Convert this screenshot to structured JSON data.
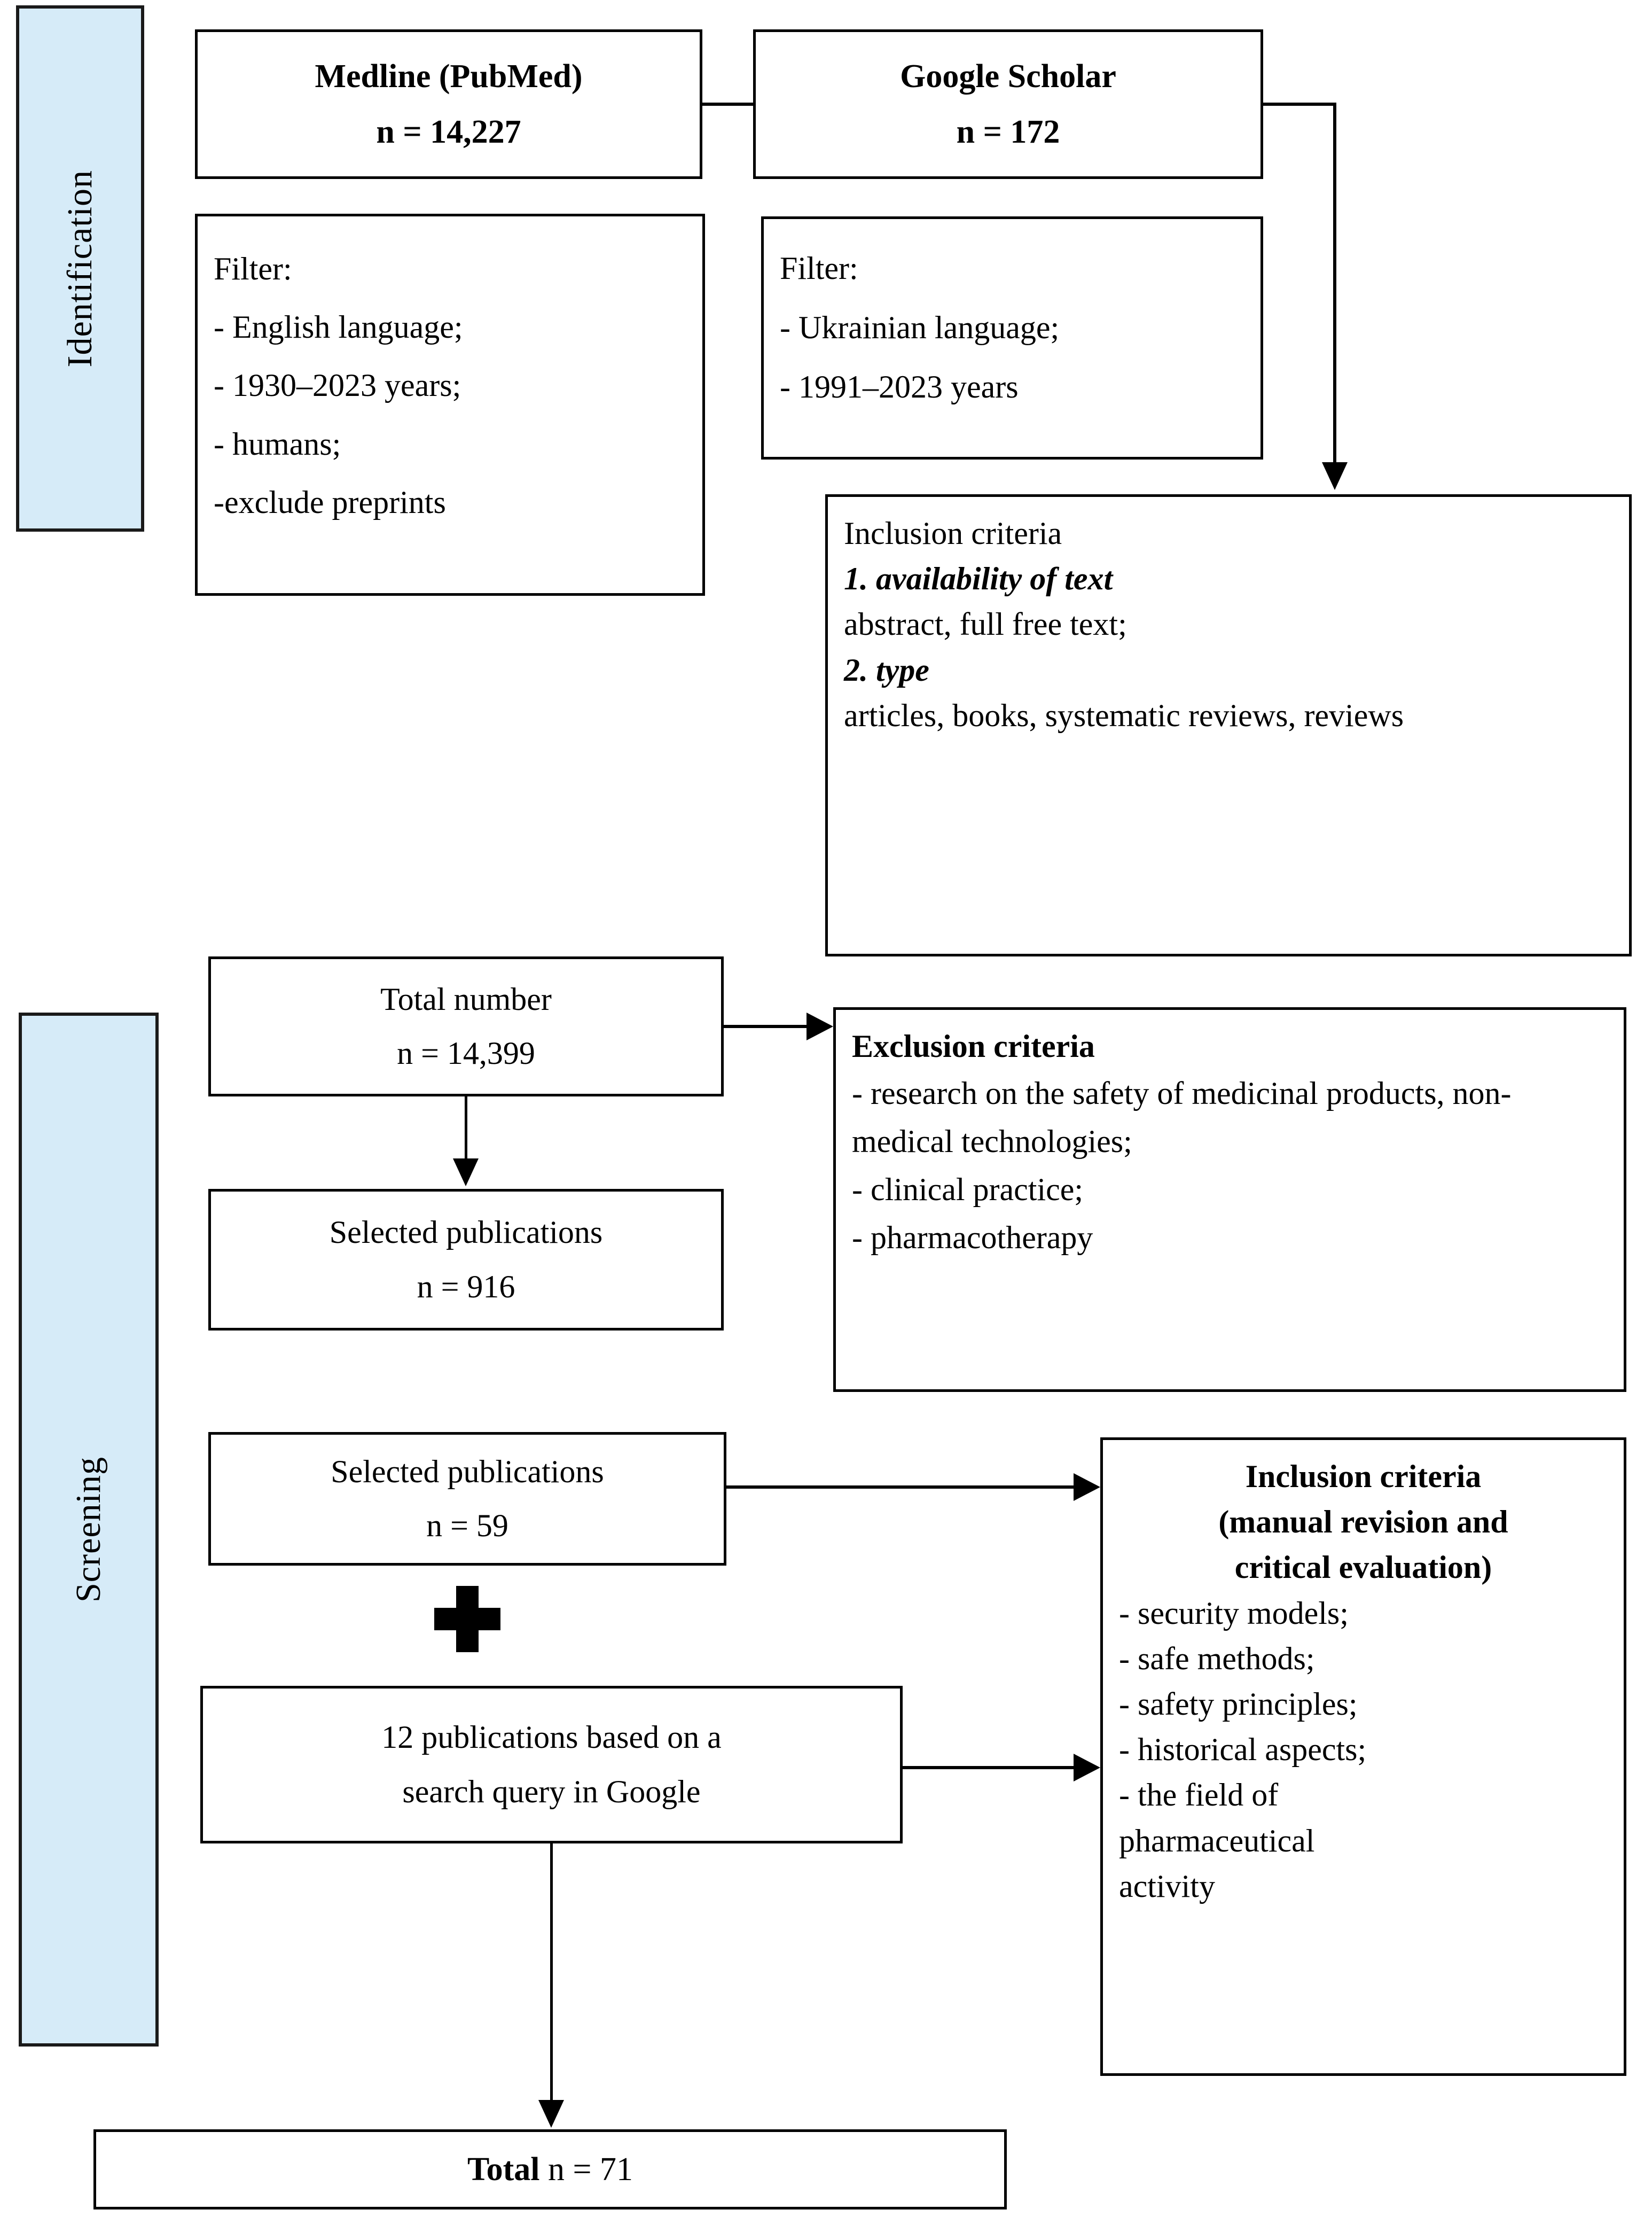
{
  "diagram": {
    "title": "PRISMA-style literature search flow diagram",
    "stages": [
      {
        "id": "identification",
        "label": "Identification",
        "color": "#d6ebf8"
      },
      {
        "id": "screening",
        "label": "Screening",
        "color": "#d6ebf8"
      }
    ],
    "boxes": {
      "medline": {
        "line1": "Medline (PubMed)",
        "line2": "n = 14,227"
      },
      "google_scholar": {
        "line1": "Google Scholar",
        "line2": "n = 172"
      },
      "filter_medline": {
        "heading": "Filter:",
        "items": [
          "- English language;",
          "- 1930–2023 years;",
          "- humans;",
          "-exclude preprints"
        ]
      },
      "filter_scholar": {
        "heading": "Filter:",
        "items": [
          "- Ukrainian language;",
          "- 1991–2023 years"
        ]
      },
      "inclusion_criteria_top": {
        "heading": "Inclusion criteria",
        "item1_label": "1. availability of text",
        "item1_detail": "abstract, full free text;",
        "item2_label": "2. type",
        "item2_detail": "articles, books, systematic reviews, reviews"
      },
      "total_number": {
        "line1": "Total number",
        "line2": "n = 14,399"
      },
      "selected_916": {
        "line1": "Selected publications",
        "line2": "n = 916"
      },
      "exclusion_criteria": {
        "heading": "Exclusion criteria",
        "items": [
          "- research on the safety of medicinal products, non-medical technologies;",
          "- clinical practice;",
          "- pharmacotherapy"
        ]
      },
      "selected_59": {
        "line1": "Selected publications",
        "line2": "n = 59"
      },
      "google_12": {
        "line1": "12 publications based on a",
        "line2": "search query in Google"
      },
      "inclusion_criteria_bottom": {
        "heading_line1": "Inclusion criteria",
        "heading_line2": "(manual revision and",
        "heading_line3": "critical evaluation)",
        "items": [
          "- security models;",
          "- safe methods;",
          "- safety principles;",
          "- historical aspects;",
          "- the field of",
          "pharmaceutical",
          "activity"
        ]
      },
      "total_final": {
        "bold_part": "Total",
        "rest_part": " n = 71"
      }
    },
    "icons": {
      "plus": "plus-icon",
      "arrow_down": "arrow-down-icon",
      "arrow_right": "arrow-right-icon"
    }
  }
}
